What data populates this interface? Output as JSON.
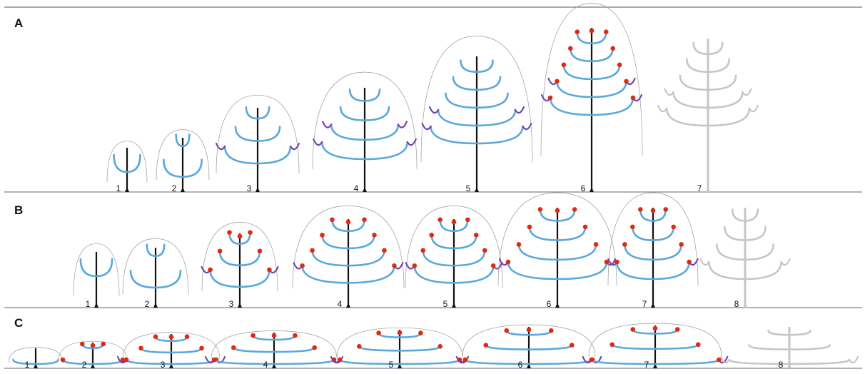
{
  "figure": {
    "colors": {
      "trunk": "#111111",
      "branch_blue": "#5aa8dc",
      "branch_purple": "#7a3fb3",
      "fruit_red": "#dd2a10",
      "senescent_gray": "#c6c6c6",
      "envelope": "#9a9a9a",
      "baseline": "#666666"
    },
    "panels": [
      {
        "letter": "A",
        "stages": [
          {
            "label": "1",
            "levels": 1,
            "outer": 0,
            "fruits": false,
            "gray": false
          },
          {
            "label": "2",
            "levels": 2,
            "outer": 0,
            "fruits": false,
            "gray": false
          },
          {
            "label": "3",
            "levels": 3,
            "outer": 1,
            "fruits": false,
            "gray": false
          },
          {
            "label": "4",
            "levels": 4,
            "outer": 2,
            "fruits": false,
            "gray": false
          },
          {
            "label": "5",
            "levels": 5,
            "outer": 2,
            "fruits": false,
            "gray": false
          },
          {
            "label": "6",
            "levels": 5,
            "outer": 2,
            "fruits": true,
            "gray": false
          },
          {
            "label": "7",
            "levels": 5,
            "outer": 2,
            "fruits": false,
            "gray": true
          }
        ]
      },
      {
        "letter": "B",
        "stages": [
          {
            "label": "1",
            "levels": 1,
            "outer": 0,
            "fruits": false,
            "gray": false
          },
          {
            "label": "2",
            "levels": 2,
            "outer": 0,
            "fruits": false,
            "gray": false
          },
          {
            "label": "3",
            "levels": 3,
            "outer": 1,
            "fruits": true,
            "gray": false
          },
          {
            "label": "4",
            "levels": 4,
            "outer": 1,
            "fruits": true,
            "gray": false
          },
          {
            "label": "5",
            "levels": 4,
            "outer": 1,
            "fruits": true,
            "gray": false
          },
          {
            "label": "6",
            "levels": 4,
            "outer": 1,
            "fruits": true,
            "gray": false
          },
          {
            "label": "7",
            "levels": 4,
            "outer": 1,
            "fruits": true,
            "gray": false
          },
          {
            "label": "8",
            "levels": 4,
            "outer": 1,
            "fruits": false,
            "gray": true
          }
        ]
      },
      {
        "letter": "C",
        "stages": [
          {
            "label": "1",
            "levels": 1,
            "outer": 0,
            "fruits": false,
            "gray": false
          },
          {
            "label": "2",
            "levels": 2,
            "outer": 0,
            "fruits": true,
            "gray": false
          },
          {
            "label": "3",
            "levels": 3,
            "outer": 1,
            "fruits": true,
            "gray": false
          },
          {
            "label": "4",
            "levels": 3,
            "outer": 1,
            "fruits": true,
            "gray": false
          },
          {
            "label": "5",
            "levels": 3,
            "outer": 1,
            "fruits": true,
            "gray": false
          },
          {
            "label": "6",
            "levels": 3,
            "outer": 1,
            "fruits": true,
            "gray": false
          },
          {
            "label": "7",
            "levels": 3,
            "outer": 1,
            "fruits": true,
            "gray": false
          },
          {
            "label": "8",
            "levels": 3,
            "outer": 1,
            "fruits": false,
            "gray": true
          }
        ]
      }
    ]
  }
}
